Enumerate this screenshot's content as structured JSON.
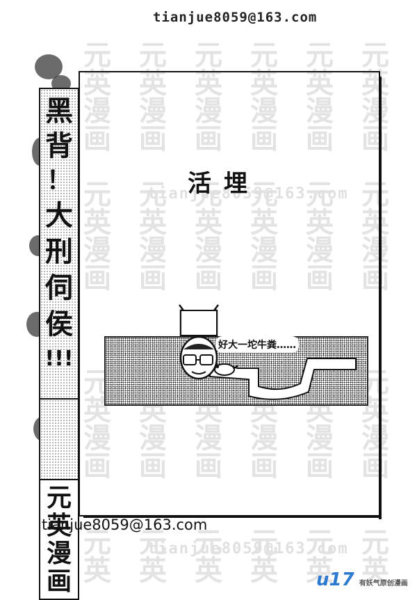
{
  "watermark": {
    "chars": [
      "元",
      "英",
      "漫",
      "画"
    ],
    "email": "tianjue8059@163.com"
  },
  "top_email": "tianjue8059@163.com",
  "bottom_email": "tianjue8059@163.com",
  "title": {
    "main": [
      "黑",
      "背",
      "！",
      "大",
      "刑",
      "伺",
      "侯",
      "!!!"
    ],
    "studio": [
      "元",
      "英",
      "漫",
      "画"
    ]
  },
  "panel": {
    "title": "活埋",
    "speech": "好大一坨牛粪……"
  },
  "logo": {
    "main": "u17",
    "sub": "有妖气原创漫画"
  }
}
